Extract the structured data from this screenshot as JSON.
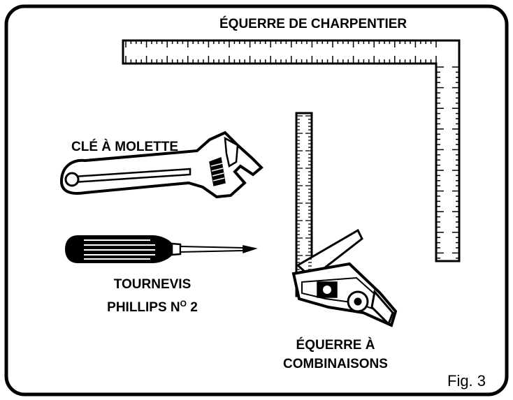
{
  "labels": {
    "carpenter_square": "ÉQUERRE DE CHARPENTIER",
    "adjustable_wrench": "CLÉ À MOLETTE",
    "screwdriver_line1": "TOURNEVIS",
    "screwdriver_line2": "PHILLIPS N",
    "screwdriver_sup": "O",
    "screwdriver_num": " 2",
    "combination_square_line1": "ÉQUERRE À",
    "combination_square_line2": "COMBINAISONS"
  },
  "figure_label": "Fig. 3",
  "colors": {
    "ink": "#000000",
    "paper": "#ffffff"
  }
}
